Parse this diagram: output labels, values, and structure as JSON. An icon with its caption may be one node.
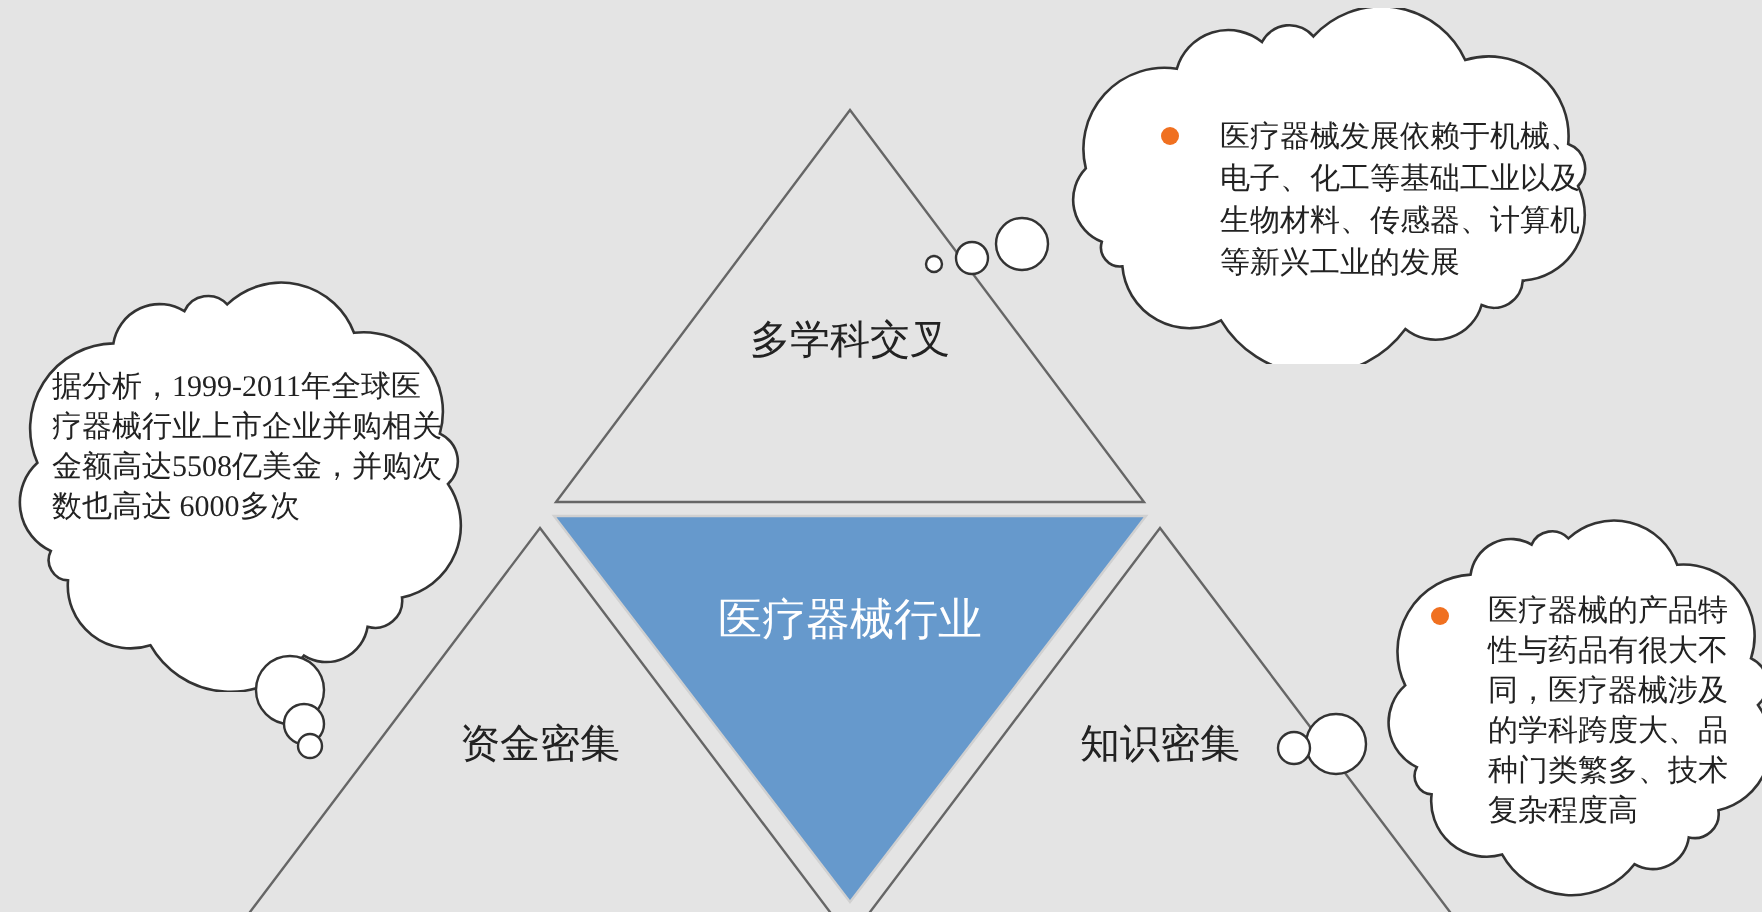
{
  "diagram": {
    "nodes": [
      {
        "text": [
          "多学科交叉"
        ]
      },
      {
        "text": [
          "资金密集"
        ]
      },
      {
        "text": [
          "医疗器械行业"
        ]
      },
      {
        "text": [
          "知识密集"
        ]
      },
      {
        "text": [
          "据分析，1999-2011年全球医疗器械行业上市企业并购相关金额高达5508亿美金，并购次数也高达 6000多次"
        ]
      },
      {
        "text": [
          "医疗器械发展依赖于机械、电子、化工等基础工业以及生物材料、传感器、计算机等新兴工业的发展"
        ]
      },
      {
        "text": [
          "医疗器械的产品特性与药品有很大不同，医疗器械涉及的学科跨度大、品种门类繁多、技术复杂程度高"
        ]
      }
    ]
  }
}
